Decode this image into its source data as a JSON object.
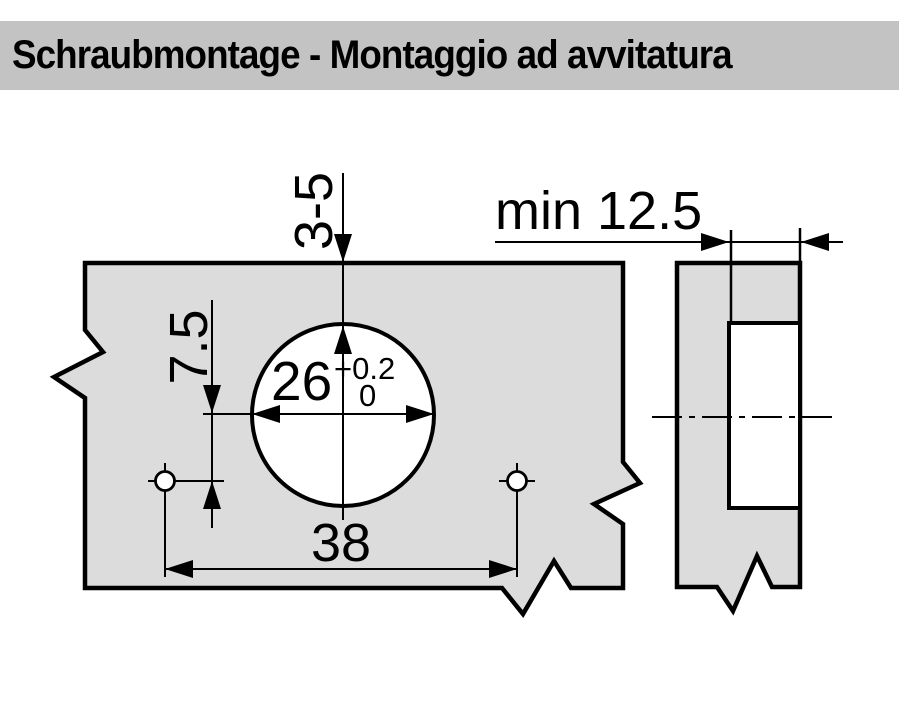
{
  "header": {
    "title": "Schraubmontage - Montaggio ad avvitatura",
    "background": "#c3c3c3",
    "text_color": "#000000"
  },
  "drawing": {
    "colors": {
      "panel_fill": "#dcdcdc",
      "hole_fill": "#ffffff",
      "line": "#000000",
      "background": "#ffffff"
    },
    "front_view": {
      "cup_diameter": "26",
      "cup_tolerance_plus": "+0.2",
      "cup_tolerance_minus": "0",
      "edge_distance": "3-5",
      "cup_center_to_screw_holes": "7.5",
      "screw_hole_spacing": "38"
    },
    "side_view": {
      "min_drilling_depth": "min 12.5"
    }
  }
}
